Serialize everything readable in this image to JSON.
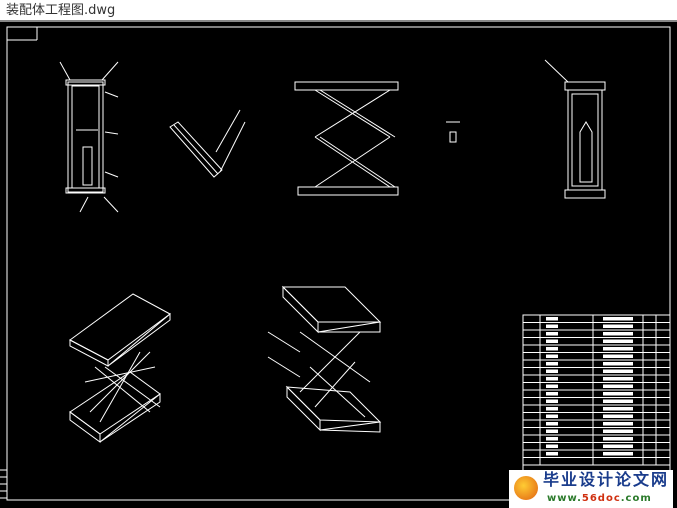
{
  "window": {
    "title": "装配体工程图.dwg"
  },
  "drawing": {
    "background": "#000000",
    "line_color": "#ffffff"
  },
  "watermark": {
    "cn_text": "毕业设计论文网",
    "url_prefix": "www.",
    "url_mid": "56doc",
    "url_suffix": ".com"
  }
}
